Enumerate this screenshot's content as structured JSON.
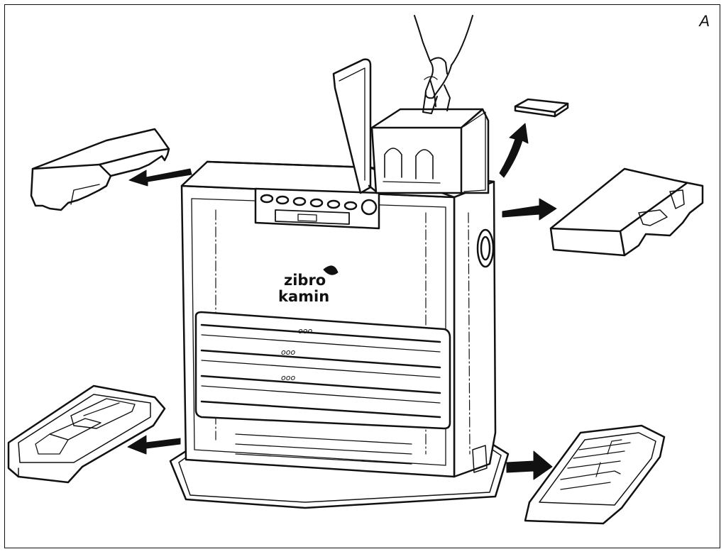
{
  "figure": {
    "label": "A",
    "logo": {
      "line1": "zibro",
      "line2": "kamin"
    }
  },
  "colors": {
    "ink": "#111111",
    "paper": "#ffffff"
  },
  "icons": [
    "hand-icon",
    "arrow-icon"
  ]
}
